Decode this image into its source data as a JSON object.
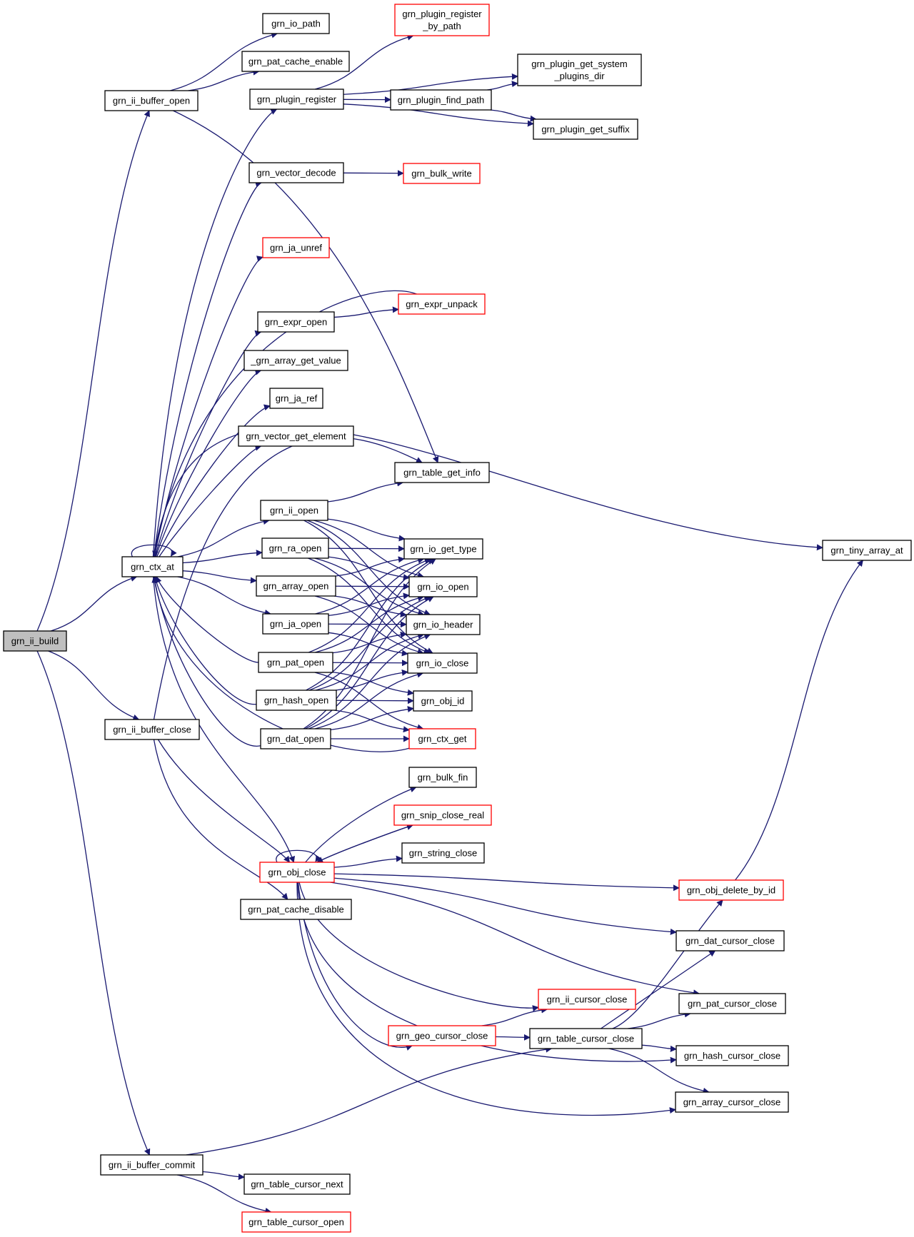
{
  "nodes": [
    {
      "id": "build",
      "lines": [
        "grn_ii_build"
      ],
      "color": "root"
    },
    {
      "id": "buffer_open",
      "lines": [
        "grn_ii_buffer_open"
      ],
      "color": "black"
    },
    {
      "id": "ctx_at",
      "lines": [
        "grn_ctx_at"
      ],
      "color": "black"
    },
    {
      "id": "buffer_close",
      "lines": [
        "grn_ii_buffer_close"
      ],
      "color": "black"
    },
    {
      "id": "buffer_commit",
      "lines": [
        "grn_ii_buffer_commit"
      ],
      "color": "black"
    },
    {
      "id": "io_path",
      "lines": [
        "grn_io_path"
      ],
      "color": "black"
    },
    {
      "id": "pat_cache_enable",
      "lines": [
        "grn_pat_cache_enable"
      ],
      "color": "black"
    },
    {
      "id": "plugin_register",
      "lines": [
        "grn_plugin_register"
      ],
      "color": "black"
    },
    {
      "id": "plugin_register_by_path",
      "lines": [
        "grn_plugin_register",
        "_by_path"
      ],
      "color": "red"
    },
    {
      "id": "plugin_get_system_plugins_dir",
      "lines": [
        "grn_plugin_get_system",
        "_plugins_dir"
      ],
      "color": "black"
    },
    {
      "id": "plugin_find_path",
      "lines": [
        "grn_plugin_find_path"
      ],
      "color": "black"
    },
    {
      "id": "plugin_get_suffix",
      "lines": [
        "grn_plugin_get_suffix"
      ],
      "color": "black"
    },
    {
      "id": "vector_decode",
      "lines": [
        "grn_vector_decode"
      ],
      "color": "black"
    },
    {
      "id": "bulk_write",
      "lines": [
        "grn_bulk_write"
      ],
      "color": "red"
    },
    {
      "id": "ja_unref",
      "lines": [
        "grn_ja_unref"
      ],
      "color": "red"
    },
    {
      "id": "expr_unpack",
      "lines": [
        "grn_expr_unpack"
      ],
      "color": "red"
    },
    {
      "id": "expr_open",
      "lines": [
        "grn_expr_open"
      ],
      "color": "black"
    },
    {
      "id": "array_get_value",
      "lines": [
        "_grn_array_get_value"
      ],
      "color": "black"
    },
    {
      "id": "ja_ref",
      "lines": [
        "grn_ja_ref"
      ],
      "color": "black"
    },
    {
      "id": "vector_get_element",
      "lines": [
        "grn_vector_get_element"
      ],
      "color": "black"
    },
    {
      "id": "table_get_info",
      "lines": [
        "grn_table_get_info"
      ],
      "color": "black"
    },
    {
      "id": "ii_open",
      "lines": [
        "grn_ii_open"
      ],
      "color": "black"
    },
    {
      "id": "ra_open",
      "lines": [
        "grn_ra_open"
      ],
      "color": "black"
    },
    {
      "id": "array_open",
      "lines": [
        "grn_array_open"
      ],
      "color": "black"
    },
    {
      "id": "ja_open",
      "lines": [
        "grn_ja_open"
      ],
      "color": "black"
    },
    {
      "id": "pat_open",
      "lines": [
        "grn_pat_open"
      ],
      "color": "black"
    },
    {
      "id": "hash_open",
      "lines": [
        "grn_hash_open"
      ],
      "color": "black"
    },
    {
      "id": "dat_open",
      "lines": [
        "grn_dat_open"
      ],
      "color": "black"
    },
    {
      "id": "io_get_type",
      "lines": [
        "grn_io_get_type"
      ],
      "color": "black"
    },
    {
      "id": "io_open",
      "lines": [
        "grn_io_open"
      ],
      "color": "black"
    },
    {
      "id": "io_header",
      "lines": [
        "grn_io_header"
      ],
      "color": "black"
    },
    {
      "id": "io_close",
      "lines": [
        "grn_io_close"
      ],
      "color": "black"
    },
    {
      "id": "obj_id",
      "lines": [
        "grn_obj_id"
      ],
      "color": "black"
    },
    {
      "id": "ctx_get",
      "lines": [
        "grn_ctx_get"
      ],
      "color": "red"
    },
    {
      "id": "tiny_array_at",
      "lines": [
        "grn_tiny_array_at"
      ],
      "color": "black"
    },
    {
      "id": "bulk_fin",
      "lines": [
        "grn_bulk_fin"
      ],
      "color": "black"
    },
    {
      "id": "snip_close_real",
      "lines": [
        "grn_snip_close_real"
      ],
      "color": "red"
    },
    {
      "id": "string_close",
      "lines": [
        "grn_string_close"
      ],
      "color": "black"
    },
    {
      "id": "obj_close",
      "lines": [
        "grn_obj_close"
      ],
      "color": "red"
    },
    {
      "id": "pat_cache_disable",
      "lines": [
        "grn_pat_cache_disable"
      ],
      "color": "black"
    },
    {
      "id": "obj_delete_by_id",
      "lines": [
        "grn_obj_delete_by_id"
      ],
      "color": "red"
    },
    {
      "id": "dat_cursor_close",
      "lines": [
        "grn_dat_cursor_close"
      ],
      "color": "black"
    },
    {
      "id": "ii_cursor_close",
      "lines": [
        "grn_ii_cursor_close"
      ],
      "color": "red"
    },
    {
      "id": "pat_cursor_close",
      "lines": [
        "grn_pat_cursor_close"
      ],
      "color": "black"
    },
    {
      "id": "geo_cursor_close",
      "lines": [
        "grn_geo_cursor_close"
      ],
      "color": "red"
    },
    {
      "id": "table_cursor_close",
      "lines": [
        "grn_table_cursor_close"
      ],
      "color": "black"
    },
    {
      "id": "hash_cursor_close",
      "lines": [
        "grn_hash_cursor_close"
      ],
      "color": "black"
    },
    {
      "id": "array_cursor_close",
      "lines": [
        "grn_array_cursor_close"
      ],
      "color": "black"
    },
    {
      "id": "table_cursor_next",
      "lines": [
        "grn_table_cursor_next"
      ],
      "color": "black"
    },
    {
      "id": "table_cursor_open",
      "lines": [
        "grn_table_cursor_open"
      ],
      "color": "red"
    }
  ],
  "edges": [
    {
      "from": "build",
      "to": "buffer_open"
    },
    {
      "from": "build",
      "to": "ctx_at"
    },
    {
      "from": "build",
      "to": "buffer_close"
    },
    {
      "from": "build",
      "to": "buffer_commit"
    },
    {
      "from": "buffer_open",
      "to": "io_path"
    },
    {
      "from": "buffer_open",
      "to": "pat_cache_enable"
    },
    {
      "from": "buffer_open",
      "to": "table_get_info"
    },
    {
      "from": "ctx_at",
      "to": "ctx_at"
    },
    {
      "from": "ctx_at",
      "to": "plugin_register"
    },
    {
      "from": "ctx_at",
      "to": "vector_decode"
    },
    {
      "from": "ctx_at",
      "to": "tiny_array_at"
    },
    {
      "from": "ctx_at",
      "to": "ja_unref"
    },
    {
      "from": "ctx_at",
      "to": "expr_open"
    },
    {
      "from": "ctx_at",
      "to": "array_get_value"
    },
    {
      "from": "ctx_at",
      "to": "ja_ref"
    },
    {
      "from": "ctx_at",
      "to": "vector_get_element"
    },
    {
      "from": "ctx_at",
      "to": "ii_open"
    },
    {
      "from": "ctx_at",
      "to": "ra_open"
    },
    {
      "from": "ctx_at",
      "to": "array_open"
    },
    {
      "from": "ctx_at",
      "to": "ja_open"
    },
    {
      "from": "ctx_at",
      "to": "obj_close"
    },
    {
      "from": "plugin_register",
      "to": "plugin_register_by_path"
    },
    {
      "from": "plugin_register",
      "to": "plugin_get_system_plugins_dir"
    },
    {
      "from": "plugin_register",
      "to": "plugin_find_path"
    },
    {
      "from": "plugin_register",
      "to": "plugin_get_suffix"
    },
    {
      "from": "plugin_find_path",
      "to": "plugin_get_system_plugins_dir"
    },
    {
      "from": "plugin_find_path",
      "to": "plugin_get_suffix"
    },
    {
      "from": "vector_decode",
      "to": "bulk_write"
    },
    {
      "from": "expr_open",
      "to": "expr_unpack"
    },
    {
      "from": "expr_unpack",
      "to": "ctx_at"
    },
    {
      "from": "pat_open",
      "to": "ctx_at"
    },
    {
      "from": "hash_open",
      "to": "ctx_at"
    },
    {
      "from": "dat_open",
      "to": "ctx_at"
    },
    {
      "from": "ctx_get",
      "to": "ctx_at"
    },
    {
      "from": "ii_open",
      "to": "table_get_info"
    },
    {
      "from": "ii_open",
      "to": "io_get_type"
    },
    {
      "from": "ii_open",
      "to": "io_open"
    },
    {
      "from": "ii_open",
      "to": "io_header"
    },
    {
      "from": "ii_open",
      "to": "io_close"
    },
    {
      "from": "ra_open",
      "to": "io_get_type"
    },
    {
      "from": "ra_open",
      "to": "io_open"
    },
    {
      "from": "ra_open",
      "to": "io_header"
    },
    {
      "from": "ra_open",
      "to": "io_close"
    },
    {
      "from": "array_open",
      "to": "io_get_type"
    },
    {
      "from": "array_open",
      "to": "io_open"
    },
    {
      "from": "array_open",
      "to": "io_header"
    },
    {
      "from": "array_open",
      "to": "io_close"
    },
    {
      "from": "ja_open",
      "to": "io_get_type"
    },
    {
      "from": "ja_open",
      "to": "io_open"
    },
    {
      "from": "ja_open",
      "to": "io_header"
    },
    {
      "from": "ja_open",
      "to": "io_close"
    },
    {
      "from": "pat_open",
      "to": "io_get_type"
    },
    {
      "from": "pat_open",
      "to": "io_open"
    },
    {
      "from": "pat_open",
      "to": "io_header"
    },
    {
      "from": "pat_open",
      "to": "io_close"
    },
    {
      "from": "pat_open",
      "to": "obj_id"
    },
    {
      "from": "pat_open",
      "to": "ctx_get"
    },
    {
      "from": "hash_open",
      "to": "io_get_type"
    },
    {
      "from": "hash_open",
      "to": "io_open"
    },
    {
      "from": "hash_open",
      "to": "io_header"
    },
    {
      "from": "hash_open",
      "to": "io_close"
    },
    {
      "from": "hash_open",
      "to": "obj_id"
    },
    {
      "from": "hash_open",
      "to": "ctx_get"
    },
    {
      "from": "dat_open",
      "to": "io_get_type"
    },
    {
      "from": "dat_open",
      "to": "io_open"
    },
    {
      "from": "dat_open",
      "to": "io_header"
    },
    {
      "from": "dat_open",
      "to": "io_close"
    },
    {
      "from": "dat_open",
      "to": "obj_id"
    },
    {
      "from": "dat_open",
      "to": "ctx_get"
    },
    {
      "from": "buffer_close",
      "to": "table_get_info"
    },
    {
      "from": "buffer_close",
      "to": "obj_close"
    },
    {
      "from": "buffer_close",
      "to": "pat_cache_disable"
    },
    {
      "from": "obj_close",
      "to": "obj_close"
    },
    {
      "from": "obj_close",
      "to": "bulk_fin"
    },
    {
      "from": "obj_close",
      "to": "snip_close_real"
    },
    {
      "from": "snip_close_real",
      "to": "obj_close"
    },
    {
      "from": "obj_close",
      "to": "string_close"
    },
    {
      "from": "obj_close",
      "to": "obj_delete_by_id"
    },
    {
      "from": "obj_close",
      "to": "dat_cursor_close"
    },
    {
      "from": "obj_close",
      "to": "pat_cursor_close"
    },
    {
      "from": "obj_close",
      "to": "ii_cursor_close"
    },
    {
      "from": "obj_close",
      "to": "geo_cursor_close"
    },
    {
      "from": "obj_close",
      "to": "hash_cursor_close"
    },
    {
      "from": "obj_close",
      "to": "array_cursor_close"
    },
    {
      "from": "obj_delete_by_id",
      "to": "tiny_array_at"
    },
    {
      "from": "geo_cursor_close",
      "to": "ii_cursor_close"
    },
    {
      "from": "geo_cursor_close",
      "to": "table_cursor_close"
    },
    {
      "from": "table_cursor_close",
      "to": "obj_delete_by_id"
    },
    {
      "from": "table_cursor_close",
      "to": "dat_cursor_close"
    },
    {
      "from": "table_cursor_close",
      "to": "pat_cursor_close"
    },
    {
      "from": "table_cursor_close",
      "to": "hash_cursor_close"
    },
    {
      "from": "table_cursor_close",
      "to": "array_cursor_close"
    },
    {
      "from": "buffer_commit",
      "to": "table_cursor_close"
    },
    {
      "from": "buffer_commit",
      "to": "table_cursor_next"
    },
    {
      "from": "buffer_commit",
      "to": "table_cursor_open"
    }
  ],
  "colors": {
    "edge": "#191970",
    "node_border": "#000000",
    "node_border_highlight": "#ff0000",
    "root_fill": "#bfbfbf",
    "node_fill": "#ffffff",
    "background": "#ffffff"
  }
}
